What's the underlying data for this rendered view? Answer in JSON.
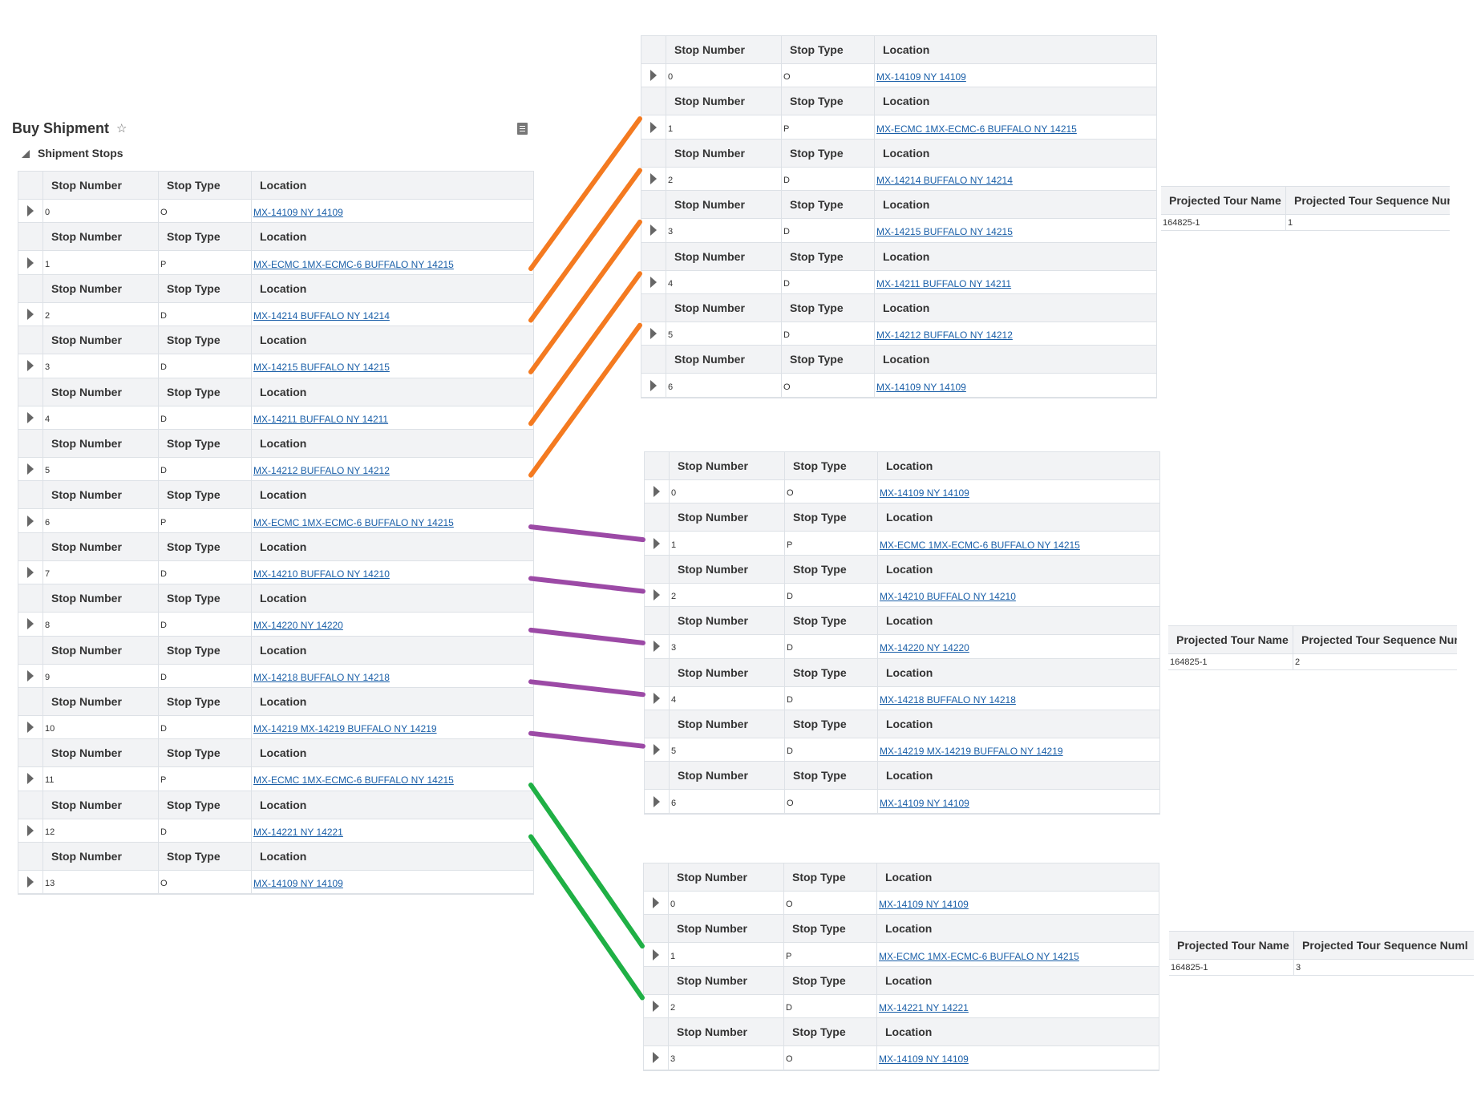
{
  "header": {
    "title": "Buy Shipment",
    "section_title": "Shipment Stops"
  },
  "columns": [
    "Stop Number",
    "Stop Type",
    "Location"
  ],
  "colors": {
    "orange": "#f47a20",
    "purple": "#9c4aa6",
    "green": "#1fb045"
  },
  "buy_shipment_stops": [
    {
      "stop_number": "0",
      "stop_type": "O",
      "location": "MX-14109 NY 14109"
    },
    {
      "stop_number": "1",
      "stop_type": "P",
      "location": "MX-ECMC 1MX-ECMC-6 BUFFALO NY 14215"
    },
    {
      "stop_number": "2",
      "stop_type": "D",
      "location": "MX-14214 BUFFALO NY 14214"
    },
    {
      "stop_number": "3",
      "stop_type": "D",
      "location": "MX-14215 BUFFALO NY 14215"
    },
    {
      "stop_number": "4",
      "stop_type": "D",
      "location": "MX-14211 BUFFALO NY 14211"
    },
    {
      "stop_number": "5",
      "stop_type": "D",
      "location": "MX-14212 BUFFALO NY 14212"
    },
    {
      "stop_number": "6",
      "stop_type": "P",
      "location": "MX-ECMC 1MX-ECMC-6 BUFFALO NY 14215"
    },
    {
      "stop_number": "7",
      "stop_type": "D",
      "location": "MX-14210 BUFFALO NY 14210"
    },
    {
      "stop_number": "8",
      "stop_type": "D",
      "location": "MX-14220 NY 14220"
    },
    {
      "stop_number": "9",
      "stop_type": "D",
      "location": "MX-14218 BUFFALO NY 14218"
    },
    {
      "stop_number": "10",
      "stop_type": "D",
      "location": "MX-14219 MX-14219 BUFFALO NY 14219"
    },
    {
      "stop_number": "11",
      "stop_type": "P",
      "location": "MX-ECMC 1MX-ECMC-6 BUFFALO NY 14215"
    },
    {
      "stop_number": "12",
      "stop_type": "D",
      "location": "MX-14221 NY 14221"
    },
    {
      "stop_number": "13",
      "stop_type": "O",
      "location": "MX-14109 NY 14109"
    }
  ],
  "tours": [
    {
      "stops": [
        {
          "stop_number": "0",
          "stop_type": "O",
          "location": "MX-14109 NY 14109"
        },
        {
          "stop_number": "1",
          "stop_type": "P",
          "location": "MX-ECMC 1MX-ECMC-6 BUFFALO NY 14215"
        },
        {
          "stop_number": "2",
          "stop_type": "D",
          "location": "MX-14214 BUFFALO NY 14214"
        },
        {
          "stop_number": "3",
          "stop_type": "D",
          "location": "MX-14215 BUFFALO NY 14215"
        },
        {
          "stop_number": "4",
          "stop_type": "D",
          "location": "MX-14211 BUFFALO NY 14211"
        },
        {
          "stop_number": "5",
          "stop_type": "D",
          "location": "MX-14212 BUFFALO NY 14212"
        },
        {
          "stop_number": "6",
          "stop_type": "O",
          "location": "MX-14109 NY 14109"
        }
      ],
      "projected": {
        "name_header": "Projected Tour Name",
        "seq_header": "Projected Tour Sequence Num",
        "name": "164825-1",
        "seq": "1"
      }
    },
    {
      "stops": [
        {
          "stop_number": "0",
          "stop_type": "O",
          "location": "MX-14109 NY 14109"
        },
        {
          "stop_number": "1",
          "stop_type": "P",
          "location": "MX-ECMC 1MX-ECMC-6 BUFFALO NY 14215"
        },
        {
          "stop_number": "2",
          "stop_type": "D",
          "location": "MX-14210 BUFFALO NY 14210"
        },
        {
          "stop_number": "3",
          "stop_type": "D",
          "location": "MX-14220 NY 14220"
        },
        {
          "stop_number": "4",
          "stop_type": "D",
          "location": "MX-14218 BUFFALO NY 14218"
        },
        {
          "stop_number": "5",
          "stop_type": "D",
          "location": "MX-14219 MX-14219 BUFFALO NY 14219"
        },
        {
          "stop_number": "6",
          "stop_type": "O",
          "location": "MX-14109 NY 14109"
        }
      ],
      "projected": {
        "name_header": "Projected Tour Name",
        "seq_header": "Projected Tour Sequence Num",
        "name": "164825-1",
        "seq": "2"
      }
    },
    {
      "stops": [
        {
          "stop_number": "0",
          "stop_type": "O",
          "location": "MX-14109 NY 14109"
        },
        {
          "stop_number": "1",
          "stop_type": "P",
          "location": "MX-ECMC 1MX-ECMC-6 BUFFALO NY 14215"
        },
        {
          "stop_number": "2",
          "stop_type": "D",
          "location": "MX-14221 NY 14221"
        },
        {
          "stop_number": "3",
          "stop_type": "O",
          "location": "MX-14109 NY 14109"
        }
      ],
      "projected": {
        "name_header": "Projected Tour Name",
        "seq_header": "Projected Tour Sequence Numl",
        "name": "164825-1",
        "seq": "3"
      }
    }
  ],
  "connections": [
    {
      "from_stop": "1",
      "tour": 1,
      "to_stop": "1",
      "color": "orange"
    },
    {
      "from_stop": "2",
      "tour": 1,
      "to_stop": "2",
      "color": "orange"
    },
    {
      "from_stop": "3",
      "tour": 1,
      "to_stop": "3",
      "color": "orange"
    },
    {
      "from_stop": "4",
      "tour": 1,
      "to_stop": "4",
      "color": "orange"
    },
    {
      "from_stop": "5",
      "tour": 1,
      "to_stop": "5",
      "color": "orange"
    },
    {
      "from_stop": "6",
      "tour": 2,
      "to_stop": "1",
      "color": "purple"
    },
    {
      "from_stop": "7",
      "tour": 2,
      "to_stop": "2",
      "color": "purple"
    },
    {
      "from_stop": "8",
      "tour": 2,
      "to_stop": "3",
      "color": "purple"
    },
    {
      "from_stop": "9",
      "tour": 2,
      "to_stop": "4",
      "color": "purple"
    },
    {
      "from_stop": "10",
      "tour": 2,
      "to_stop": "5",
      "color": "purple"
    },
    {
      "from_stop": "11",
      "tour": 3,
      "to_stop": "1",
      "color": "green"
    },
    {
      "from_stop": "12",
      "tour": 3,
      "to_stop": "2",
      "color": "green"
    }
  ]
}
